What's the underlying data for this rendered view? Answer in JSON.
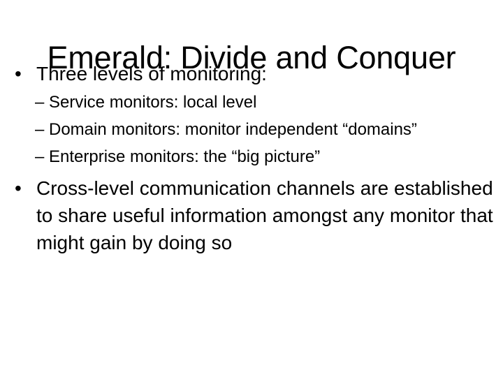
{
  "slide": {
    "title": "Emerald: Divide and Conquer",
    "background_color": "#ffffff",
    "text_color": "#000000",
    "bullets": [
      {
        "marker": "•",
        "text": "Three levels of monitoring:",
        "sub_bullets": [
          {
            "marker": "–",
            "text": "Service monitors: local level"
          },
          {
            "marker": "–",
            "text": "Domain monitors: monitor independent “domains”"
          },
          {
            "marker": "–",
            "text": "Enterprise monitors: the “big picture”"
          }
        ]
      },
      {
        "marker": "•",
        "text": "Cross-level communication channels are established to share useful information amongst any monitor that might gain by doing so",
        "sub_bullets": []
      }
    ]
  }
}
